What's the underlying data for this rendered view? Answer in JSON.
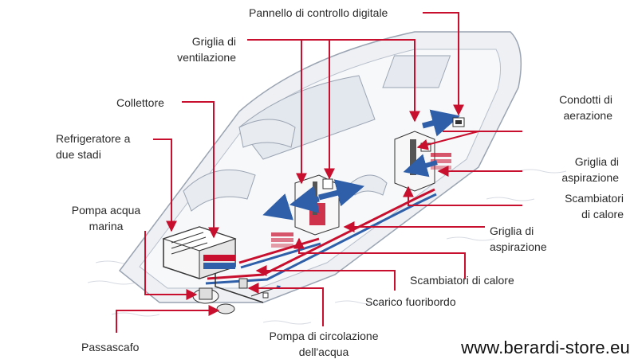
{
  "labels": {
    "pannello": "Pannello di controllo digitale",
    "griglia_vent_1": "Griglia di",
    "griglia_vent_2": "ventilazione",
    "collettore": "Collettore",
    "refrigeratore_1": "Refrigeratore a",
    "refrigeratore_2": "due stadi",
    "pompa_marina_1": "Pompa acqua",
    "pompa_marina_2": "marina",
    "passascafo": "Passascafo",
    "condotti_1": "Condotti di",
    "condotti_2": "aerazione",
    "griglia_asp_a1": "Griglia di",
    "griglia_asp_a2": "aspirazione",
    "scambiatori_a1": "Scambiatori",
    "scambiatori_a2": "di calore",
    "griglia_asp_b1": "Griglia di",
    "griglia_asp_b2": "aspirazione",
    "scambiatori_b": "Scambiatori di calore",
    "scarico": "Scarico fuoribordo",
    "pompa_circ_1": "Pompa di circolazione",
    "pompa_circ_2": "dell'acqua"
  },
  "watermark": "www.berardi-store.eu",
  "colors": {
    "leader": "#c8102e",
    "hot_water": "#c8102e",
    "cold_water": "#2f5fa8",
    "hull_fill": "#eef0f4",
    "hull_line": "#9aa4b2",
    "unit_fill": "#f7f7f7",
    "unit_line": "#333333"
  }
}
